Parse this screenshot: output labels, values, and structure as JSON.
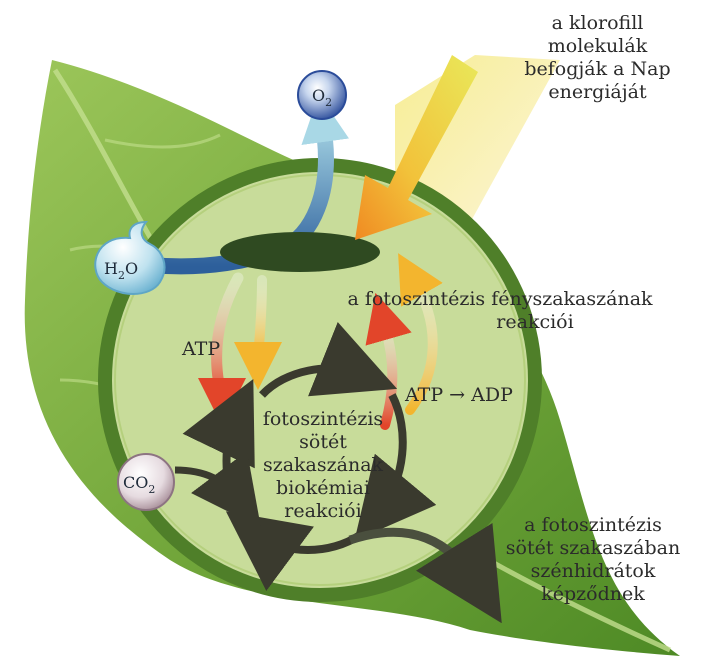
{
  "labels": {
    "sun": [
      "a klorofill",
      "molekulák",
      "befogják a Nap",
      "energiáját"
    ],
    "light_reactions": [
      "a fotoszintézis fényszakaszának",
      "reakciói"
    ],
    "atp": "ATP",
    "atp_adp": "ATP → ADP",
    "dark_cycle": [
      "fotoszintézis",
      "sötét",
      "szakaszának",
      "biokémiai",
      "reakciói"
    ],
    "carbohydrates": [
      "a fotoszintézis",
      "sötét szakaszában",
      "szénhidrátok",
      "képződnek"
    ]
  },
  "molecules": {
    "o2": {
      "symbol": "O",
      "sub": "2"
    },
    "h2o": {
      "pre": "H",
      "sub": "2",
      "post": "O"
    },
    "co2": {
      "symbol": "CO",
      "sub": "2"
    }
  },
  "colors": {
    "leaf": "#74a83c",
    "leaf_dark": "#3f7a1f",
    "cell_fill": "#c8dc9a",
    "cell_ring": "#4f7f29",
    "chlorophyll": "#2f4a21",
    "sun_beam": "#f0d84a",
    "cycle_arrow": "#3a3a2e",
    "red_arrow": "#e2452a",
    "orange_arrow": "#f3a32e",
    "o2_bubble": "#2f4e9c",
    "h2o_bubble": "#9fd0e8"
  }
}
